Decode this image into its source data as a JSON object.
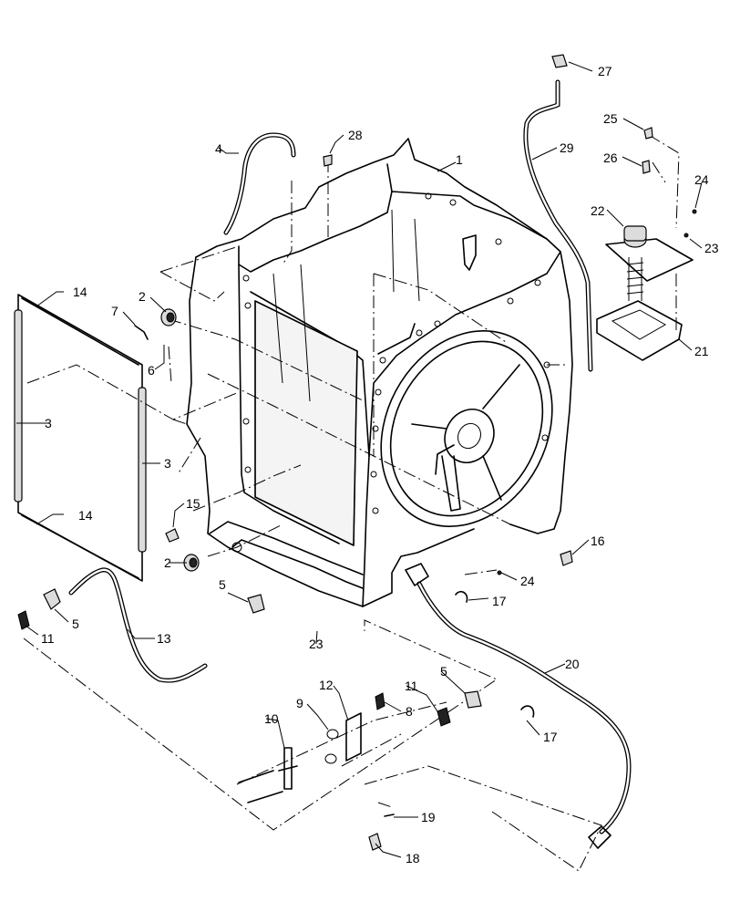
{
  "callouts": {
    "c1": "1",
    "c2a": "2",
    "c2b": "2",
    "c3a": "3",
    "c3b": "3",
    "c4": "4",
    "c5a": "5",
    "c5b": "5",
    "c5c": "5",
    "c6": "6",
    "c7": "7",
    "c8": "8",
    "c9": "9",
    "c10": "10",
    "c11a": "11",
    "c11b": "11",
    "c12": "12",
    "c13": "13",
    "c14a": "14",
    "c14b": "14",
    "c15": "15",
    "c16": "16",
    "c17a": "17",
    "c17b": "17",
    "c18": "18",
    "c19": "19",
    "c20": "20",
    "c21": "21",
    "c22": "22",
    "c23a": "23",
    "c23b": "23",
    "c24a": "24",
    "c24b": "24",
    "c25": "25",
    "c26": "26",
    "c27": "27",
    "c28": "28",
    "c29": "29"
  }
}
